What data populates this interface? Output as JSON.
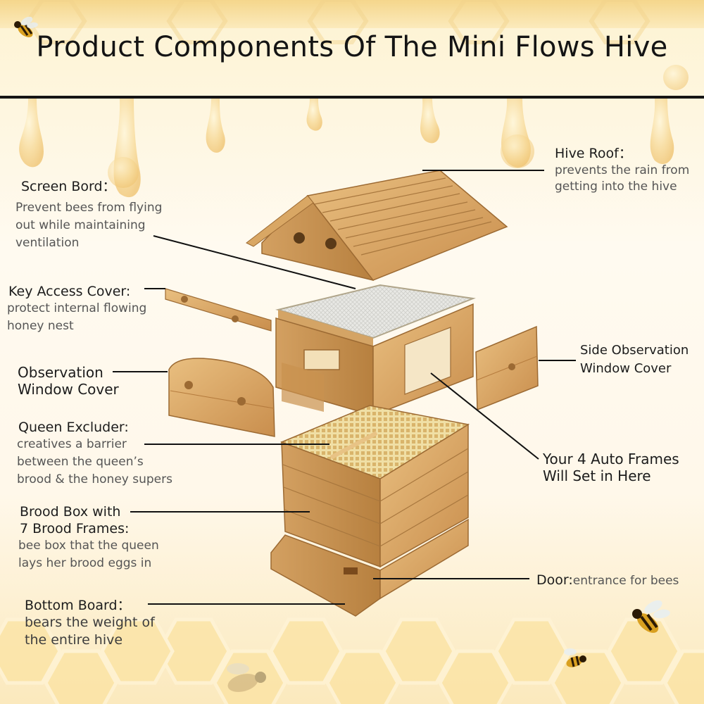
{
  "title": "Product Components Of The Mini Flows Hive",
  "colors": {
    "honey": "#f4c35a",
    "wood": "#d9a764",
    "wood_dark": "#b57b3d",
    "text": "#1c1c1c",
    "desc": "#555555"
  },
  "icons": [
    "bee-icon"
  ],
  "labels": {
    "hive_roof": {
      "heading": "Hive Roof：",
      "desc": [
        "prevents the rain from",
        "getting into the hive"
      ]
    },
    "screen_bord": {
      "heading": "Screen Bord：",
      "desc": [
        "Prevent bees from flying",
        "out while maintaining",
        "ventilation"
      ]
    },
    "key_access": {
      "heading": "Key Access Cover:",
      "desc": [
        "protect internal flowing",
        "honey nest"
      ]
    },
    "side_obs": {
      "heading": [
        "Side Observation",
        "Window Cover"
      ]
    },
    "obs_window": {
      "heading": [
        "Observation",
        "Window Cover"
      ]
    },
    "queen_excluder": {
      "heading": "Queen  Excluder:",
      "desc": [
        "creatives a barrier",
        "between the queen’s",
        "brood & the honey supers"
      ]
    },
    "auto_frames": {
      "heading": [
        "Your 4 Auto Frames",
        "Will Set in Here"
      ]
    },
    "brood_box": {
      "heading": [
        "Brood Box with",
        "7 Brood Frames:"
      ],
      "desc": [
        "bee box that the queen",
        "lays her brood eggs in"
      ]
    },
    "door": {
      "heading": "Door:",
      "desc": "entrance for bees"
    },
    "bottom_board": {
      "heading": "Bottom Board：",
      "desc": [
        "bears the weight of",
        "the entire hive"
      ]
    }
  }
}
